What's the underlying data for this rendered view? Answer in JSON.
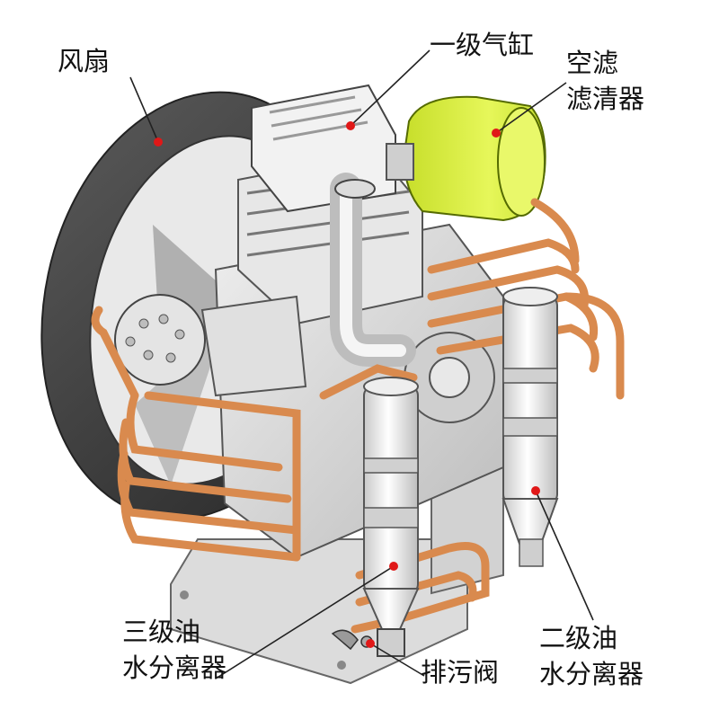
{
  "labels": {
    "fan": "风扇",
    "stage1_cylinder": "一级气缸",
    "air_filter": [
      "空滤",
      "滤清器"
    ],
    "stage3_separator": [
      "三级油",
      "水分离器"
    ],
    "drain_valve": "排污阀",
    "stage2_separator": [
      "二级油",
      "水分离器"
    ]
  },
  "colors": {
    "copper_pipe": "#d98a4e",
    "filter_yellow": "#ddf04a",
    "fan_dark": "#3a3a3a",
    "body_gray": "#d8d8d8",
    "marker_red": "#e01818",
    "leader_line": "#222222"
  }
}
